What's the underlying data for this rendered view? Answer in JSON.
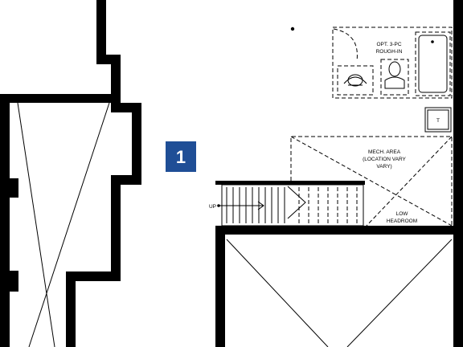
{
  "floor_plan": {
    "room_number": "1",
    "colors": {
      "wall": "#000000",
      "badge": "#1f4e96",
      "badge_text": "#ffffff"
    },
    "labels": {
      "bath_line1": "OPT. 3-PC",
      "bath_line2": "ROUGH-IN",
      "mech_line1": "MECH. AREA",
      "mech_line2": "(LOCATION VARY",
      "mech_line3": "VARY)",
      "low_line1": "LOW",
      "low_line2": "HEADROOM",
      "stair_direction": "UP",
      "tank": "T"
    },
    "icons": [
      "toilet-icon",
      "sink-icon",
      "bathtub-icon",
      "water-tank-icon",
      "stair-arrow-icon"
    ]
  }
}
